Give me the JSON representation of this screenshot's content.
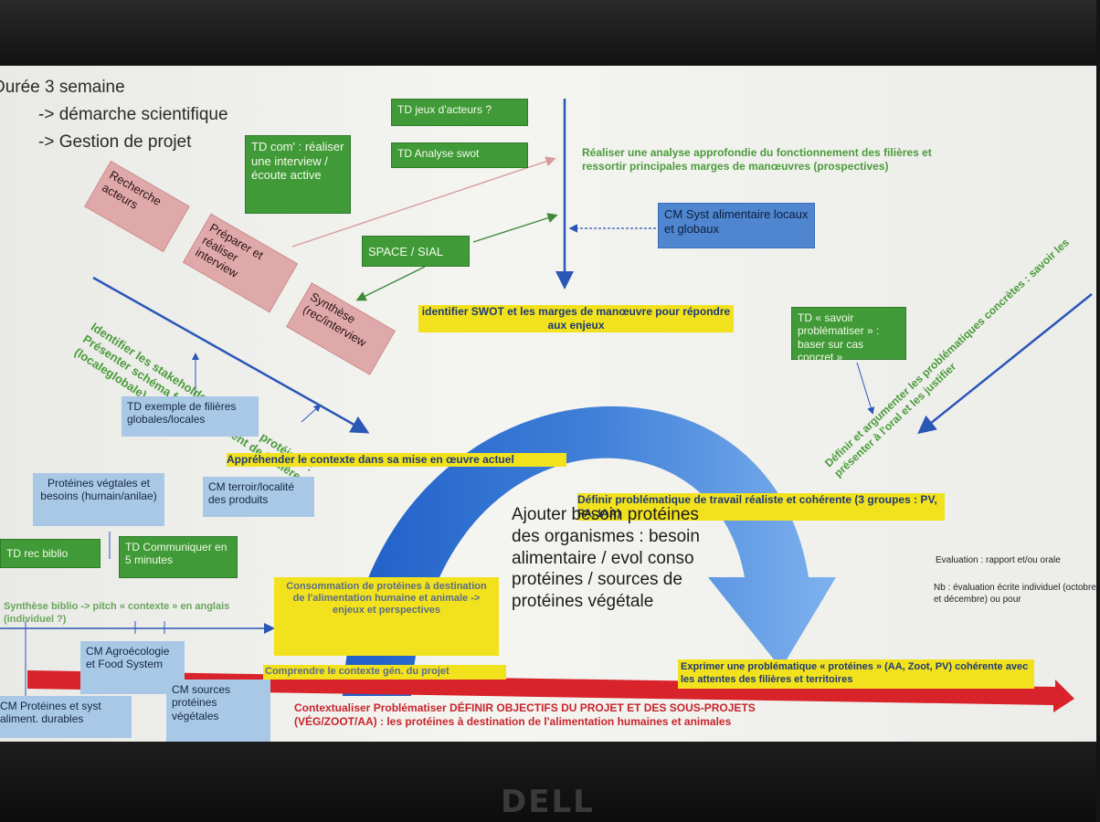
{
  "header": {
    "duration": "Durée 3 semaine",
    "line1": "-> démarche scientifique",
    "line2": "-> Gestion de projet"
  },
  "boxes": {
    "td_jeux": "TD jeux d'acteurs ?",
    "td_swot": "TD Analyse swot",
    "td_com": "TD com' : réaliser une interview / écoute active",
    "space_sial": "SPACE / SIAL",
    "cm_syst": "CM Syst alimentaire locaux et globaux",
    "recherche": "Recherche acteurs",
    "preparer": "Préparer et réaliser interview",
    "synthese_rec": "Synthèse (rec/interview",
    "td_exemple": "TD exemple de filières globales/locales",
    "td_savoir": "TD « savoir problématiser » : baser sur cas concret »",
    "proteines_veg": "Protéines végtales et besoins (humain/anilae)",
    "cm_terroir": "CM terroir/localité des produits",
    "td_rec": "TD rec biblio",
    "td_comm5": "TD Communiquer en 5 minutes",
    "consommation": "Consommation de protéines à destination de l'alimentation humaine et animale -> enjeux et perspectives",
    "cm_agro": "CM Agroécologie et Food System",
    "cm_sources": "CM sources protéines végétales",
    "cm_proteines_syst": "CM Protéines et syst aliment. durables"
  },
  "labels": {
    "realiser": "Réaliser une analyse approfondie du fonctionnement des filières et ressortir principales marges de manœuvres (prospectives)",
    "identifier_stake": "Identifier les stakeholder des filière protéines : Présenter schéma fonctionnement de 3 filières (localeglobale)",
    "identifier_swot": "identifier SWOT et les marges de manœuvre pour répondre aux enjeux",
    "apprehender": "Appréhender le contexte dans sa mise en œuvre actuel",
    "definir_prob": "Définir problématique de travail réaliste et cohérente (3 groupes : PV, PA, IAA)",
    "definir_arg": "Définir et argumenter les problématiques concrètes : savoir les présenter à l'oral et les justifier",
    "ajouter": "Ajouter besoin protéines des organismes : besoin alimentaire / evol conso protéines / sources de protéines végétale",
    "evaluation": "Evaluation : rapport et/ou orale",
    "nb": "Nb : évaluation écrite individuel (octobre et décembre) ou pour",
    "synthese_biblio": "Synthèse biblio -> pitch « contexte » en anglais (individuel ?)",
    "comprendre": "Comprendre le contexte gén. du projet",
    "exprimer": "Exprimer une problématique « protéines » (AA, Zoot, PV) cohérente avec les attentes des filières et territoires",
    "contextualiser": "Contextualiser Problématiser DÉFINIR OBJECTIFS DU PROJET ET DES SOUS-PROJETS (VÉG/ZOOT/AA) : les protéines à destination de l'alimentation humaines et animales"
  },
  "colors": {
    "green": "#3f9a37",
    "blue": "#4f86cf",
    "pink": "#e0a9a9",
    "yellow": "#f2e21d",
    "red": "#d8232a"
  },
  "brand": {
    "logo": "DELL"
  }
}
